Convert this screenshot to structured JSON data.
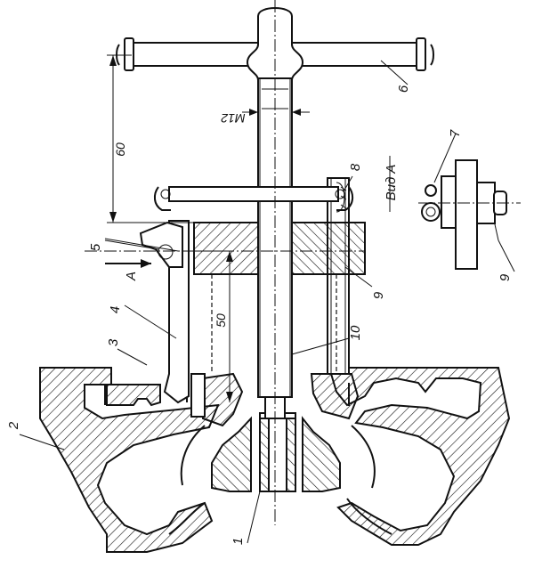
{
  "labels": {
    "l1": "1",
    "l2": "2",
    "l3": "3",
    "l4": "4",
    "l5": "5",
    "l6": "6",
    "l7": "7",
    "l8": "8",
    "l9a": "9",
    "l9b": "9",
    "l10": "10",
    "arrowA": "A"
  },
  "dimensions": {
    "d60": "60",
    "d50": "50",
    "thread": "M12"
  },
  "view_caption": "Вид А"
}
